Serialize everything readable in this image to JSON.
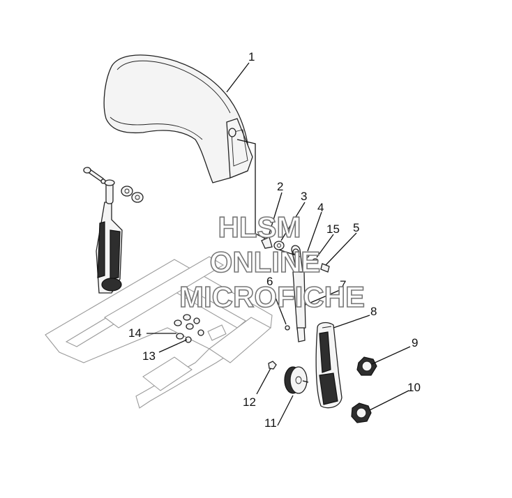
{
  "callouts": [
    {
      "id": 1,
      "label": "1"
    },
    {
      "id": 2,
      "label": "2"
    },
    {
      "id": 3,
      "label": "3"
    },
    {
      "id": 4,
      "label": "4"
    },
    {
      "id": 15,
      "label": "15"
    },
    {
      "id": 5,
      "label": "5"
    },
    {
      "id": 6,
      "label": "6"
    },
    {
      "id": 7,
      "label": "7"
    },
    {
      "id": 8,
      "label": "8"
    },
    {
      "id": 9,
      "label": "9"
    },
    {
      "id": 10,
      "label": "10"
    },
    {
      "id": 11,
      "label": "11"
    },
    {
      "id": 12,
      "label": "12"
    },
    {
      "id": 13,
      "label": "13"
    },
    {
      "id": 14,
      "label": "14"
    }
  ],
  "watermark": {
    "line1": "HLSM",
    "line2": "ONLINE",
    "line3": "MICROFICHE"
  },
  "colors": {
    "line": "#111111",
    "part_fill": "#f4f4f4",
    "dark_fill": "#2e2e2e",
    "frame_stroke": "#9a9a9a",
    "watermark_stroke": "#777777"
  }
}
